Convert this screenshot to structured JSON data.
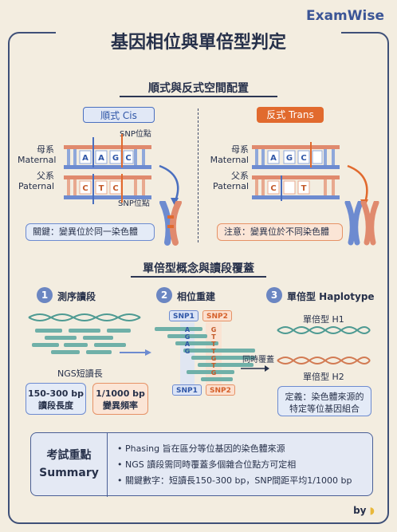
{
  "brand": "ExamWise",
  "title": "基因相位與單倍型判定",
  "section1": {
    "title": "順式與反式空間配置",
    "cis": {
      "tag": "順式 Cis",
      "maternal_zh": "母系",
      "maternal_en": "Maternal",
      "paternal_zh": "父系",
      "paternal_en": "Paternal",
      "snp_top": "SNP位點",
      "snp_bottom": "SNP位點",
      "maternal_bases": [
        "A",
        "A",
        "G",
        "C"
      ],
      "paternal_bases": [
        "C",
        "T",
        "C"
      ],
      "note": "關鍵：變異位於同一染色體"
    },
    "trans": {
      "tag": "反式 Trans",
      "maternal_zh": "母系",
      "maternal_en": "Maternal",
      "paternal_zh": "父系",
      "paternal_en": "Paternal",
      "maternal_bases": [
        "A",
        "G",
        "C"
      ],
      "paternal_bases": [
        "C",
        "T"
      ],
      "note": "注意：變異位於不同染色體"
    }
  },
  "section2": {
    "title": "單倍型概念與讀段覆蓋",
    "steps": [
      {
        "num": "1",
        "label": "測序讀段"
      },
      {
        "num": "2",
        "label": "相位重建"
      },
      {
        "num": "3",
        "label": "單倍型 Haplotype"
      }
    ],
    "ngs_label": "NGS短讀長",
    "box_read": "150-300 bp\n讀段長度",
    "box_freq": "1/1000 bp\n變異頻率",
    "snp1": "SNP1",
    "snp2": "SNP2",
    "co_cover": "同時覆蓋",
    "h1": "單倍型 H1",
    "h2": "單倍型 H2",
    "definition": "定義：染色體來源的\n特定等位基因組合",
    "read_bases_snp1": [
      "A",
      "G",
      "A",
      "G"
    ],
    "read_bases_snp2": [
      "G",
      "T",
      "T",
      "T",
      "G",
      "T",
      "G"
    ]
  },
  "summary": {
    "label_zh": "考試重點",
    "label_en": "Summary",
    "points": [
      "Phasing 旨在區分等位基因的染色體來源",
      "NGS 讀段需同時覆蓋多個雜合位點方可定相",
      "關鍵數字：短讀長150-300 bp，SNP間距平均1/1000 bp"
    ]
  },
  "byline": "by",
  "colors": {
    "blue": "#4a6fbf",
    "orange": "#e16a2e",
    "navy": "#26304a",
    "teal": "#4d9a92"
  }
}
